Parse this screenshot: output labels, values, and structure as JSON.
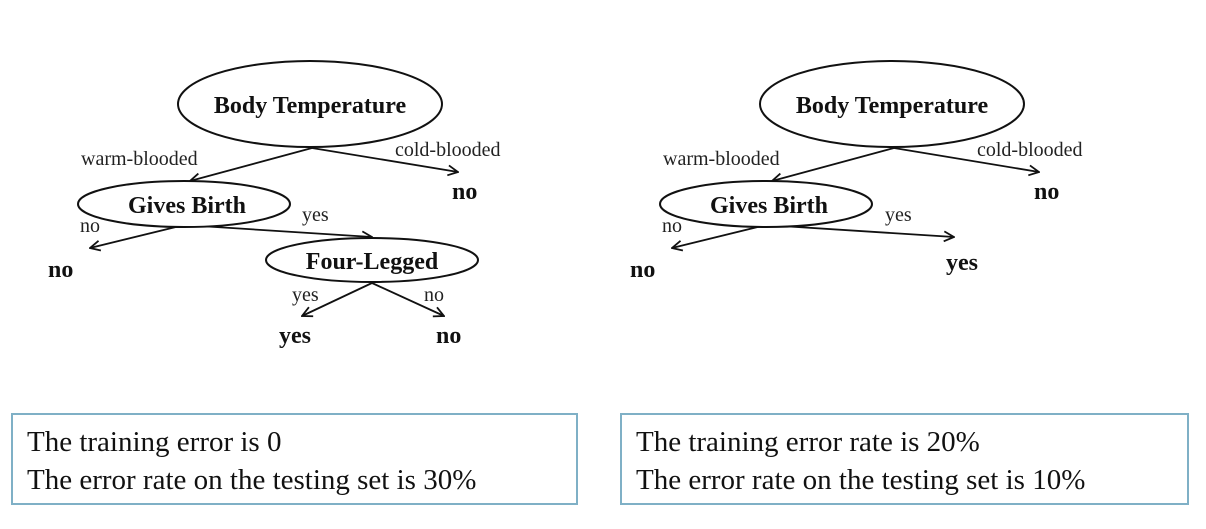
{
  "trees": [
    {
      "root": {
        "label": "Body Temperature"
      },
      "root_left_edge": "warm-blooded",
      "root_right_edge": "cold-blooded",
      "root_right_leaf": "no",
      "child": {
        "label": "Gives Birth"
      },
      "child_left_edge": "no",
      "child_left_leaf": "no",
      "child_right_edge": "yes",
      "grandchild": {
        "label": "Four-Legged"
      },
      "grandchild_left_edge": "yes",
      "grandchild_left_leaf": "yes",
      "grandchild_right_edge": "no",
      "grandchild_right_leaf": "no"
    },
    {
      "root": {
        "label": "Body Temperature"
      },
      "root_left_edge": "warm-blooded",
      "root_right_edge": "cold-blooded",
      "root_right_leaf": "no",
      "child": {
        "label": "Gives Birth"
      },
      "child_left_edge": "no",
      "child_left_leaf": "no",
      "child_right_edge": "yes",
      "child_right_leaf": "yes"
    }
  ],
  "captions": [
    {
      "line1": "The training error is 0",
      "line2": "The error rate on the testing set is 30%"
    },
    {
      "line1": "The training error rate is 20%",
      "line2": "The error rate on the testing set is 10%"
    }
  ]
}
